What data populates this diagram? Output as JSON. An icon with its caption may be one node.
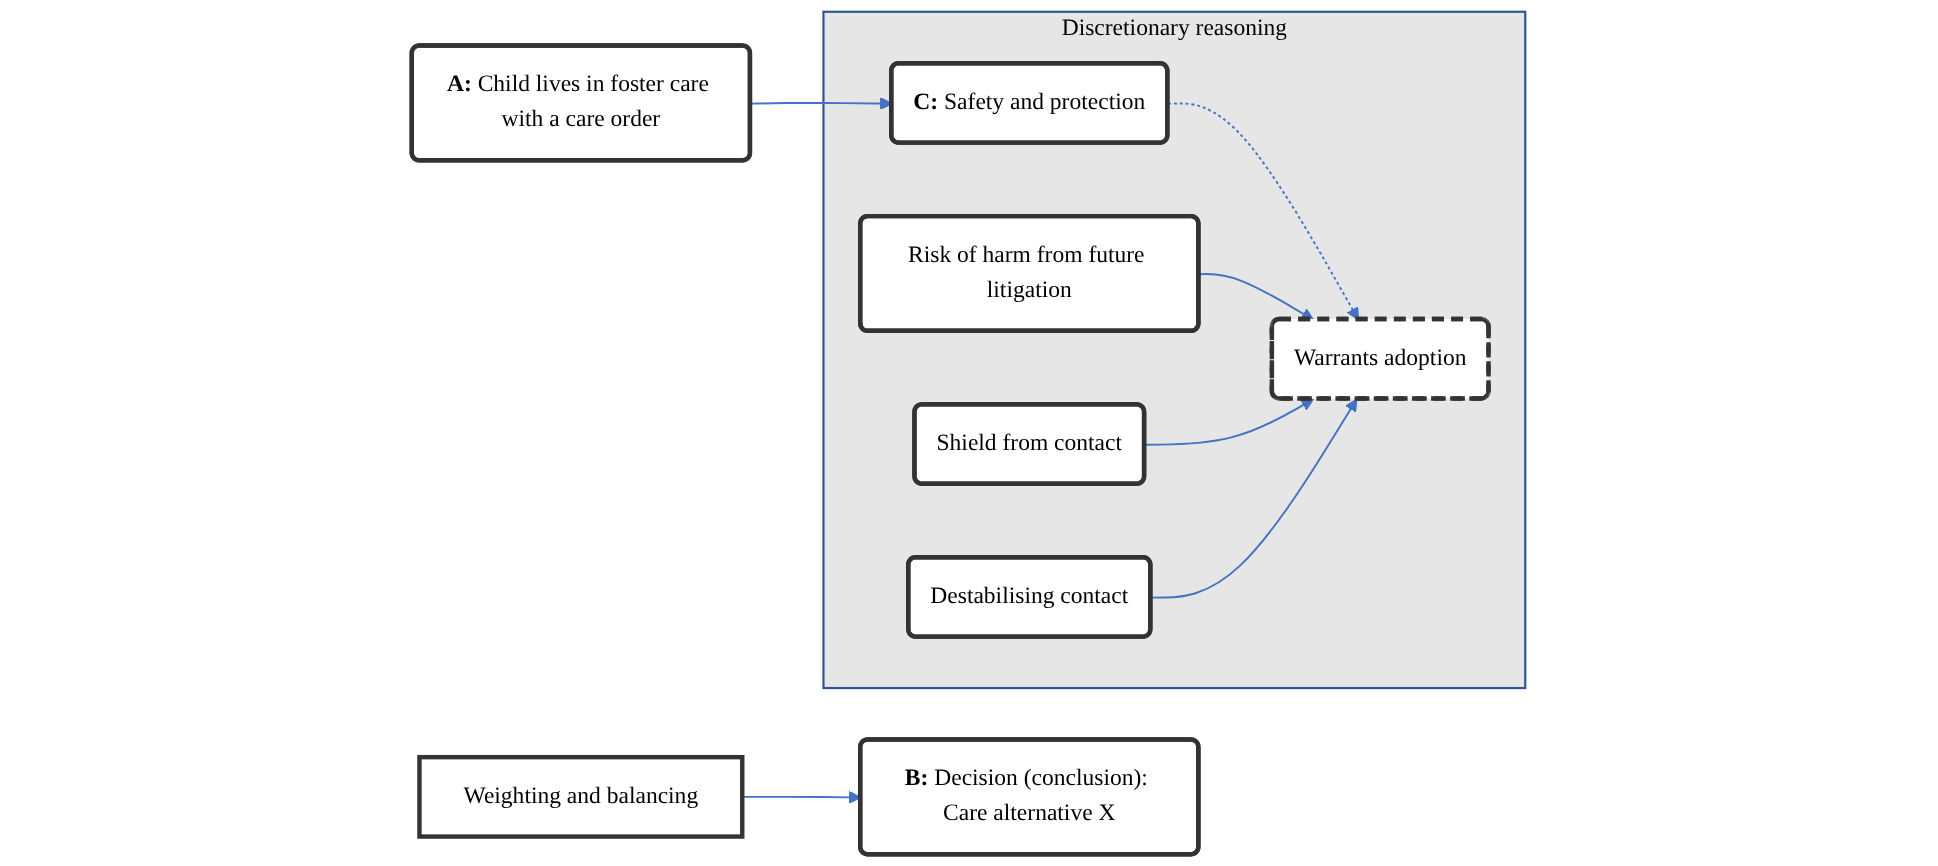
{
  "diagram": {
    "nodes": [
      {
        "text": [
          "**A:** Child lives in foster care with a care order"
        ]
      },
      {
        "text": [
          "Discretionary reasoning"
        ]
      },
      {
        "text": [
          "Risk of harm from future litigation"
        ],
        "in": 1
      },
      {
        "text": [
          "Shield from contact"
        ],
        "in": 1
      },
      {
        "text": [
          "Destabilising contact"
        ],
        "in": 1
      },
      {
        "text": [
          "**C:** Safety and protection"
        ],
        "in": 1
      },
      {
        "text": [
          "Warrants adoption"
        ],
        "in": 1
      },
      {
        "text": [
          "Weighting and balancing"
        ]
      },
      {
        "text": [
          "**B:** Decision (conclusion): Care alternative X"
        ]
      }
    ],
    "edges": [
      {
        "from": 0,
        "to": 5,
        "arrow": "to"
      },
      {
        "from": 5,
        "to": 6,
        "arrow": "to",
        "style": "dashed"
      },
      {
        "from": 2,
        "to": 6,
        "arrow": "to"
      },
      {
        "from": 3,
        "to": 6,
        "arrow": "to"
      },
      {
        "from": 4,
        "to": 6,
        "arrow": "to"
      },
      {
        "from": 7,
        "to": 8,
        "arrow": "to"
      }
    ]
  }
}
